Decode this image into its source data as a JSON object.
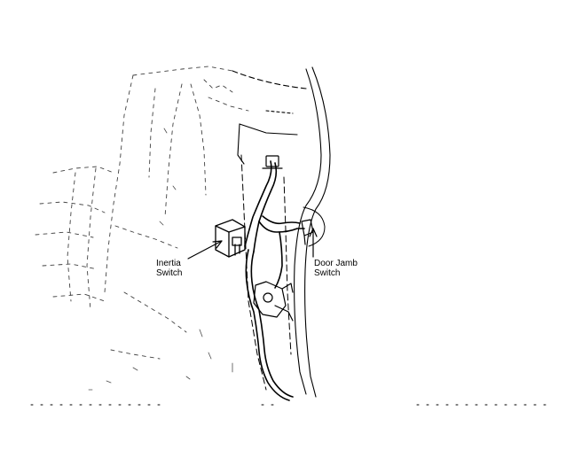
{
  "labels": {
    "inertia_switch": {
      "line1": "Inertia",
      "line2": "Switch"
    },
    "door_jamb_switch": {
      "line1": "Door Jamb",
      "line2": "Switch"
    }
  },
  "colors": {
    "ink": "#000000",
    "background": "#ffffff"
  }
}
